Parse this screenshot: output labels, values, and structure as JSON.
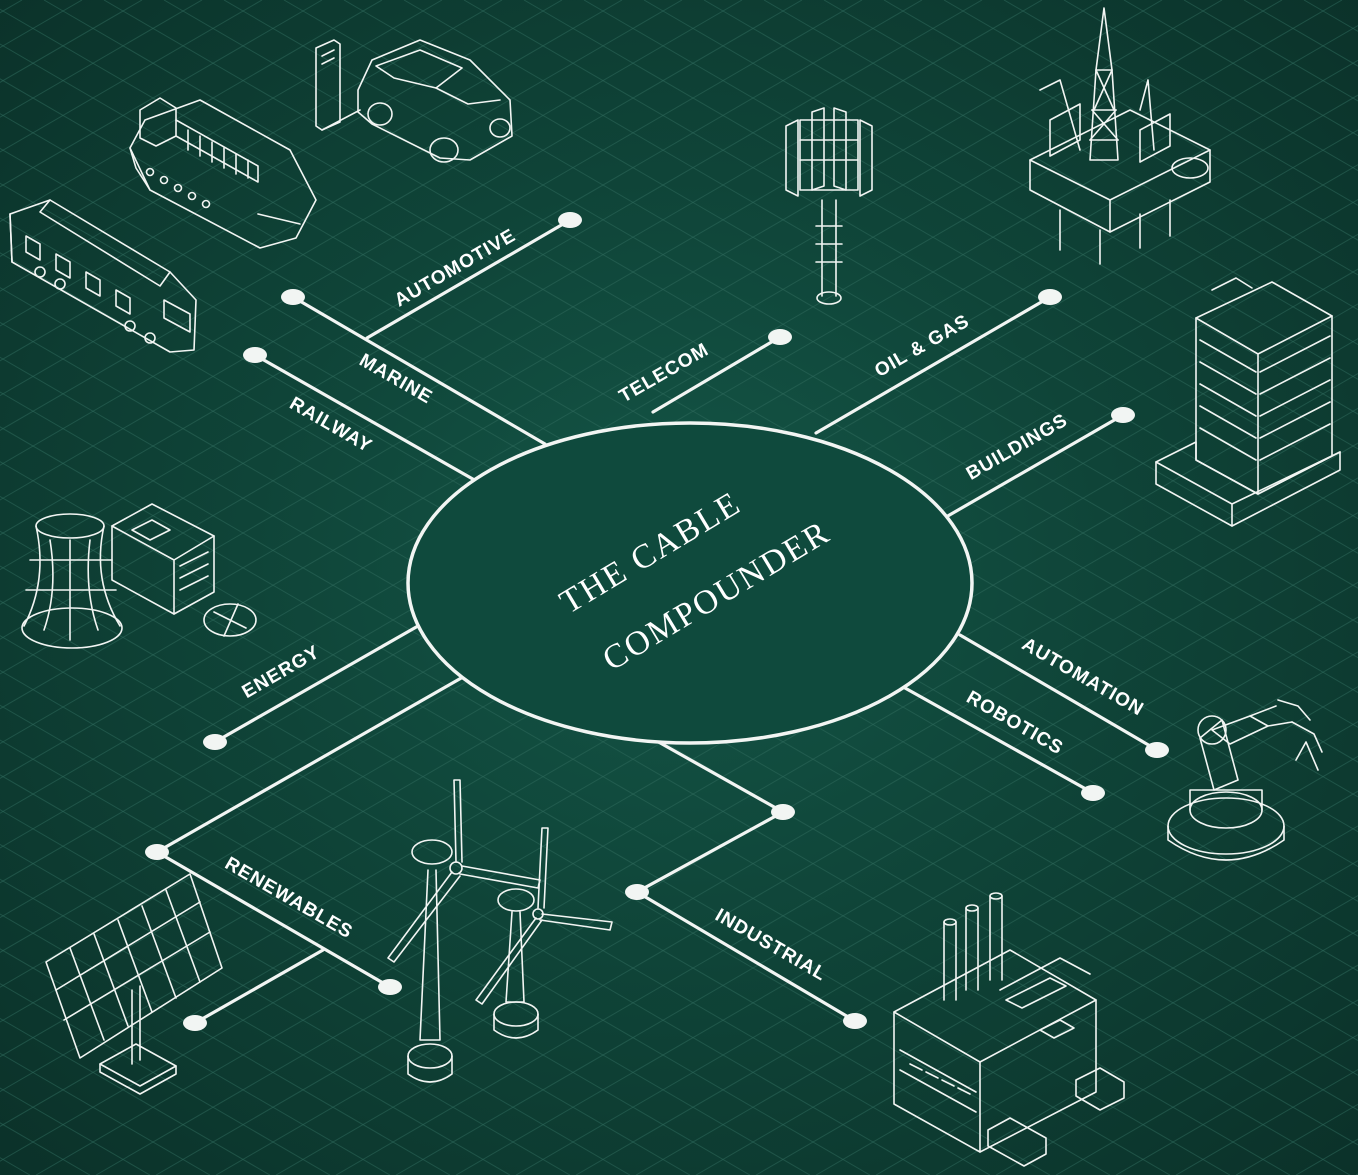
{
  "hub": {
    "line1": "THE CABLE",
    "line2": "COMPOUNDER"
  },
  "sectors": {
    "automotive": "AUTOMOTIVE",
    "marine": "MARINE",
    "railway": "RAILWAY",
    "telecom": "TELECOM",
    "oil_gas": "OIL & GAS",
    "buildings": "BUILDINGS",
    "energy": "ENERGY",
    "automation": "AUTOMATION",
    "robotics": "ROBOTICS",
    "renewables": "RENEWABLES",
    "industrial": "INDUSTRIAL"
  },
  "icons": [
    "ev-charger-car-icon",
    "cargo-ship-icon",
    "train-icon",
    "cell-tower-icon",
    "oil-rig-icon",
    "office-building-icon",
    "cooling-tower-plant-icon",
    "robotic-arm-icon",
    "solar-panel-icon",
    "wind-turbines-icon",
    "factory-icon"
  ],
  "colors": {
    "background": "#0f4438",
    "lines": "#f2f5f3",
    "grid": "#2f6a5c"
  }
}
